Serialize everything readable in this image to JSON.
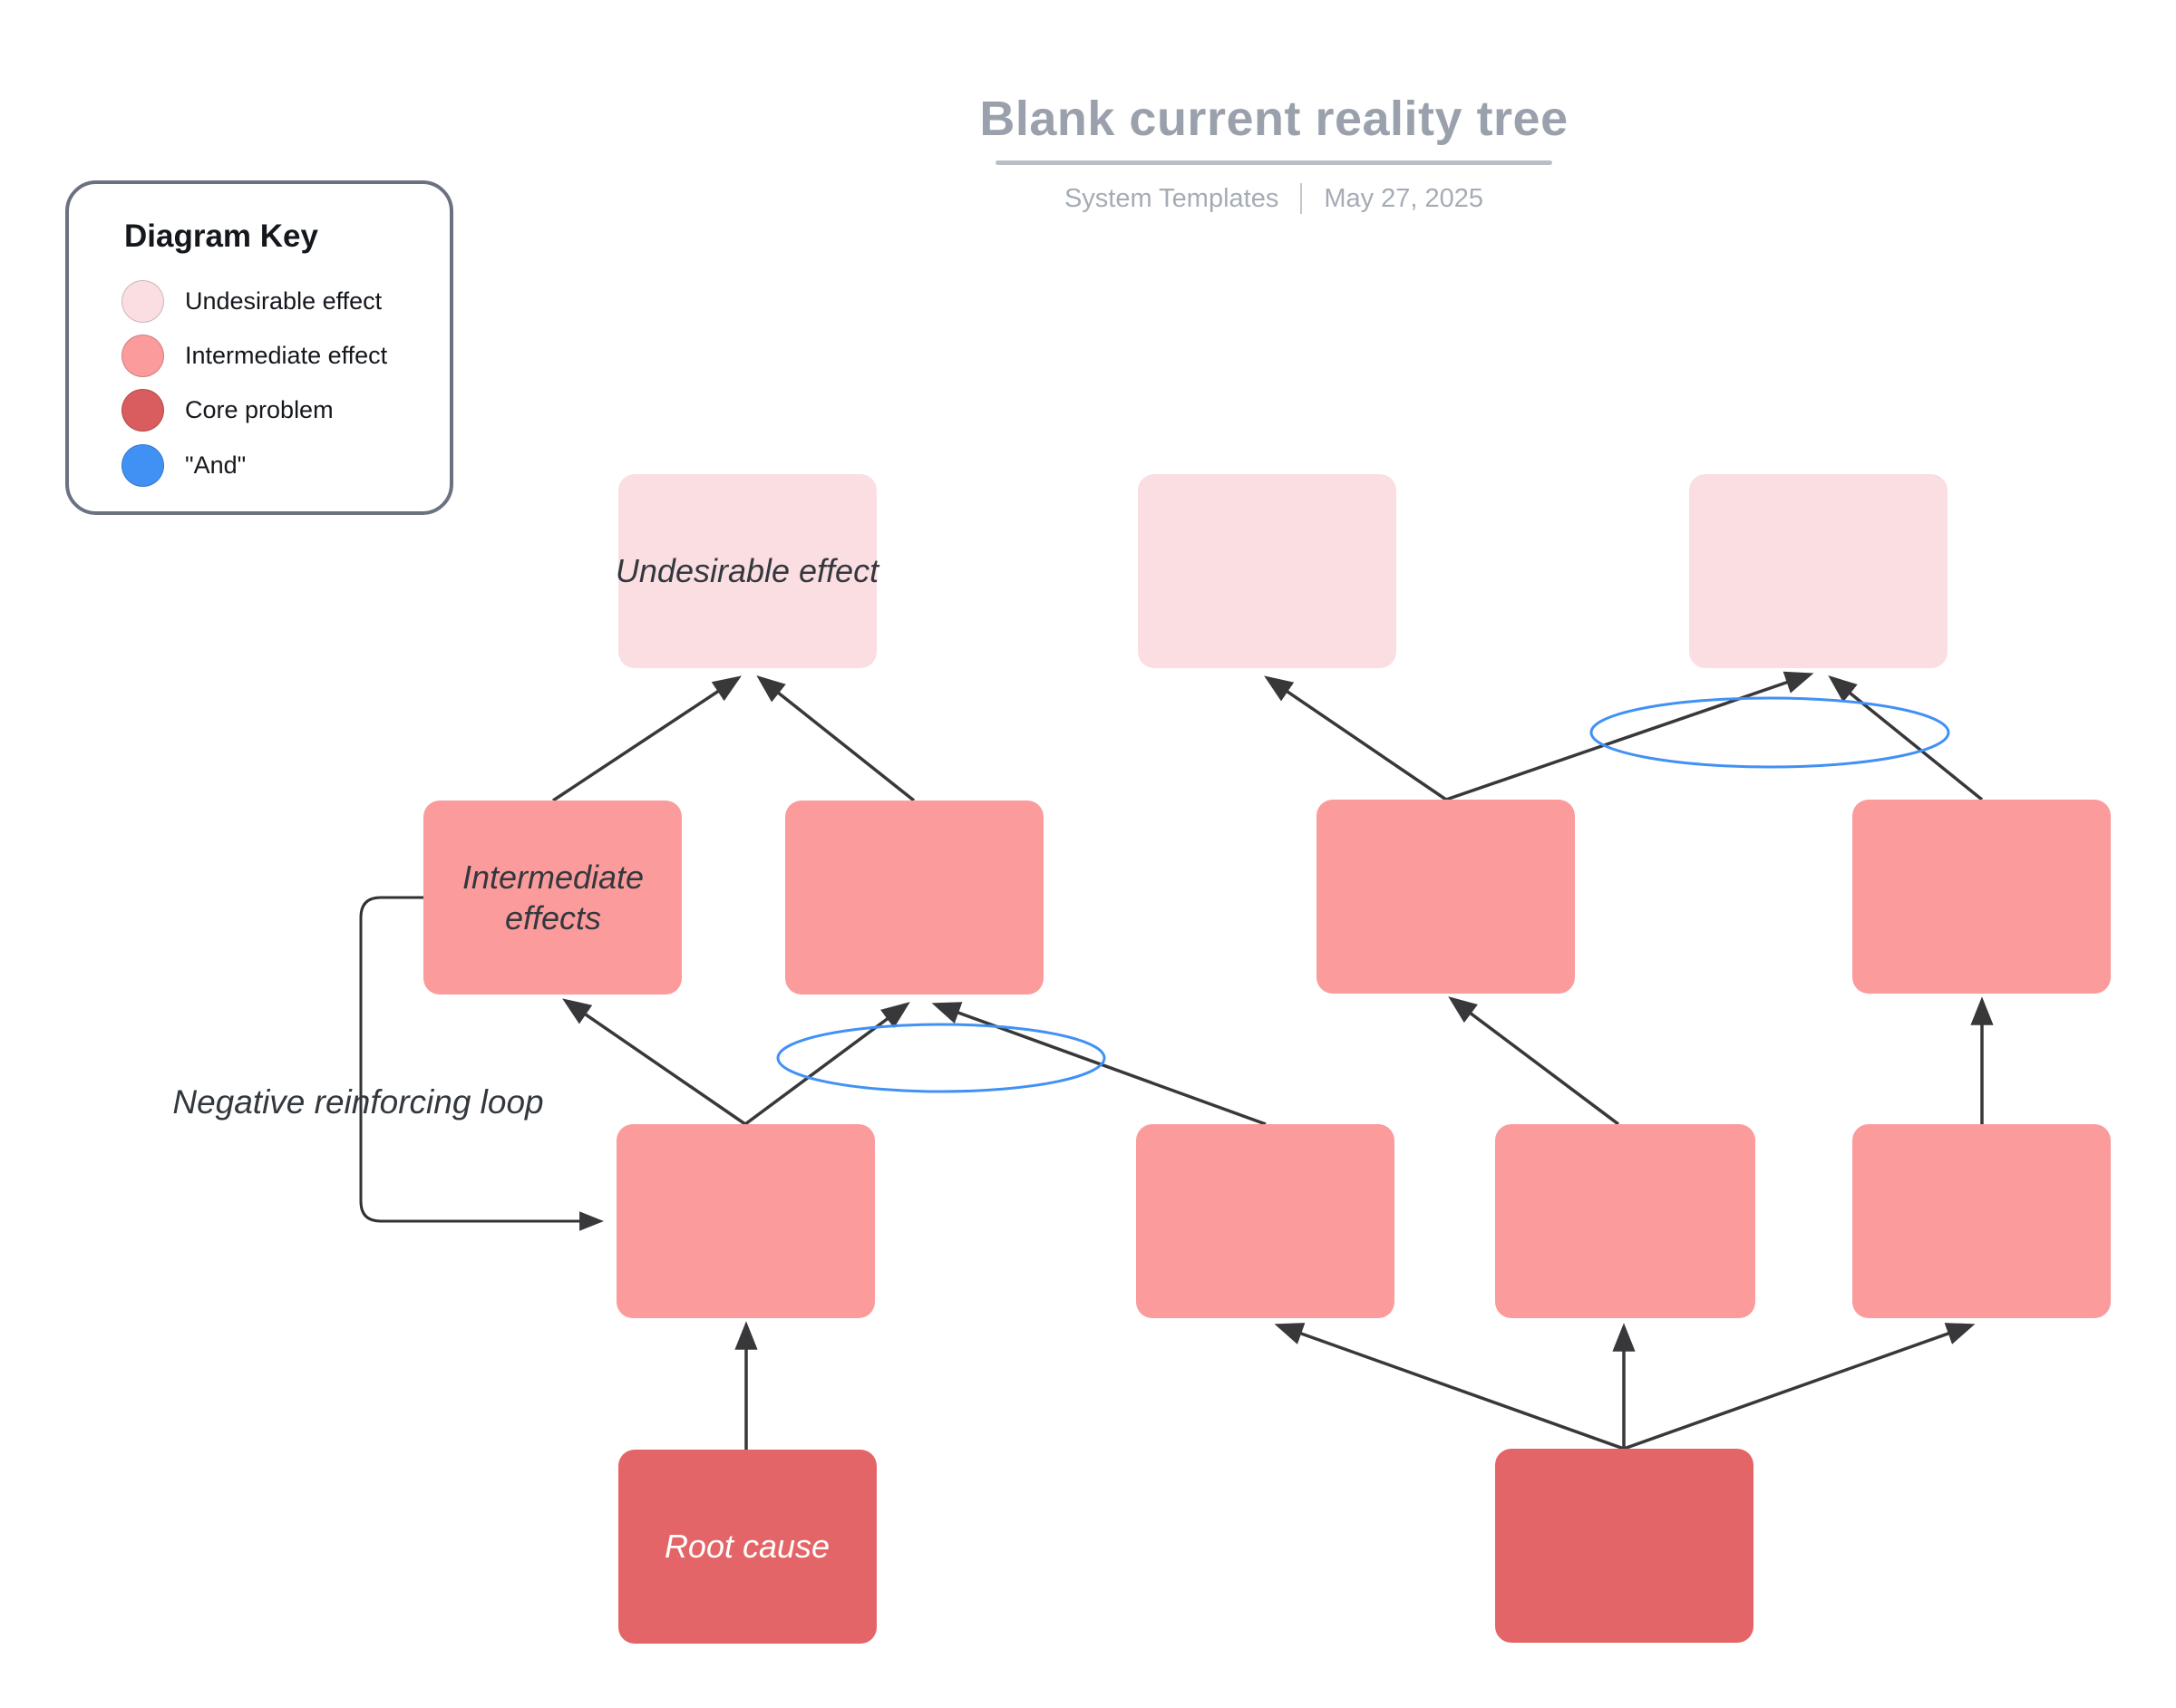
{
  "header": {
    "title": "Blank current reality tree",
    "source": "System Templates",
    "date": "May 27, 2025"
  },
  "key": {
    "title": "Diagram Key",
    "items": [
      {
        "id": "undesirable-effect",
        "label": "Undesirable effect",
        "color": "#fbdee2"
      },
      {
        "id": "intermediate-effect",
        "label": "Intermediate effect",
        "color": "#fb9b9c"
      },
      {
        "id": "core-problem",
        "label": "Core problem",
        "color": "#d95d5e"
      },
      {
        "id": "and",
        "label": "\"And\"",
        "color": "#4191f5"
      }
    ]
  },
  "diagram": {
    "nodes": [
      {
        "id": "undesirable-1",
        "type": "undesirable",
        "label": "Undesirable effect"
      },
      {
        "id": "undesirable-2",
        "type": "undesirable",
        "label": ""
      },
      {
        "id": "undesirable-3",
        "type": "undesirable",
        "label": ""
      },
      {
        "id": "intermediate-1",
        "type": "intermediate",
        "label": "Intermediate effects",
        "lines": [
          "Intermediate",
          "effects"
        ]
      },
      {
        "id": "intermediate-2",
        "type": "intermediate",
        "label": ""
      },
      {
        "id": "intermediate-3",
        "type": "intermediate",
        "label": ""
      },
      {
        "id": "intermediate-4",
        "type": "intermediate",
        "label": ""
      },
      {
        "id": "intermediate-5",
        "type": "intermediate",
        "label": ""
      },
      {
        "id": "intermediate-6",
        "type": "intermediate",
        "label": ""
      },
      {
        "id": "intermediate-7",
        "type": "intermediate",
        "label": ""
      },
      {
        "id": "intermediate-8",
        "type": "intermediate",
        "label": ""
      },
      {
        "id": "core-1",
        "type": "core",
        "label": "Root cause"
      },
      {
        "id": "core-2",
        "type": "core",
        "label": ""
      }
    ],
    "edges": [
      {
        "from": "intermediate-1",
        "to": "undesirable-1"
      },
      {
        "from": "intermediate-2",
        "to": "undesirable-1"
      },
      {
        "from": "intermediate-3",
        "to": "undesirable-2"
      },
      {
        "from": "intermediate-3",
        "to": "undesirable-3"
      },
      {
        "from": "intermediate-4",
        "to": "undesirable-3"
      },
      {
        "from": "intermediate-5",
        "to": "intermediate-1"
      },
      {
        "from": "intermediate-5",
        "to": "intermediate-2"
      },
      {
        "from": "intermediate-6",
        "to": "intermediate-2"
      },
      {
        "from": "intermediate-7",
        "to": "intermediate-3"
      },
      {
        "from": "intermediate-8",
        "to": "intermediate-4"
      },
      {
        "from": "core-1",
        "to": "intermediate-5"
      },
      {
        "from": "core-2",
        "to": "intermediate-6"
      },
      {
        "from": "core-2",
        "to": "intermediate-7"
      },
      {
        "from": "core-2",
        "to": "intermediate-8"
      },
      {
        "from": "intermediate-1",
        "to": "intermediate-5",
        "type": "negative-reinforcing-loop"
      }
    ],
    "and_connectors": [
      {
        "id": "and-1",
        "joins": "arrows into undesirable-3"
      },
      {
        "id": "and-2",
        "joins": "arrows into intermediate-2"
      }
    ],
    "annotations": {
      "loop_label": "Negative reinforcing loop"
    }
  },
  "colors": {
    "undesirable": "#fbdee2",
    "intermediate": "#fb9b9c",
    "core": "#e46567",
    "and_blue": "#4191f5",
    "arrow": "#38383a",
    "title_gray": "#9aa1ac",
    "subtitle_gray": "#a5acb5",
    "key_border": "#6a7280"
  }
}
